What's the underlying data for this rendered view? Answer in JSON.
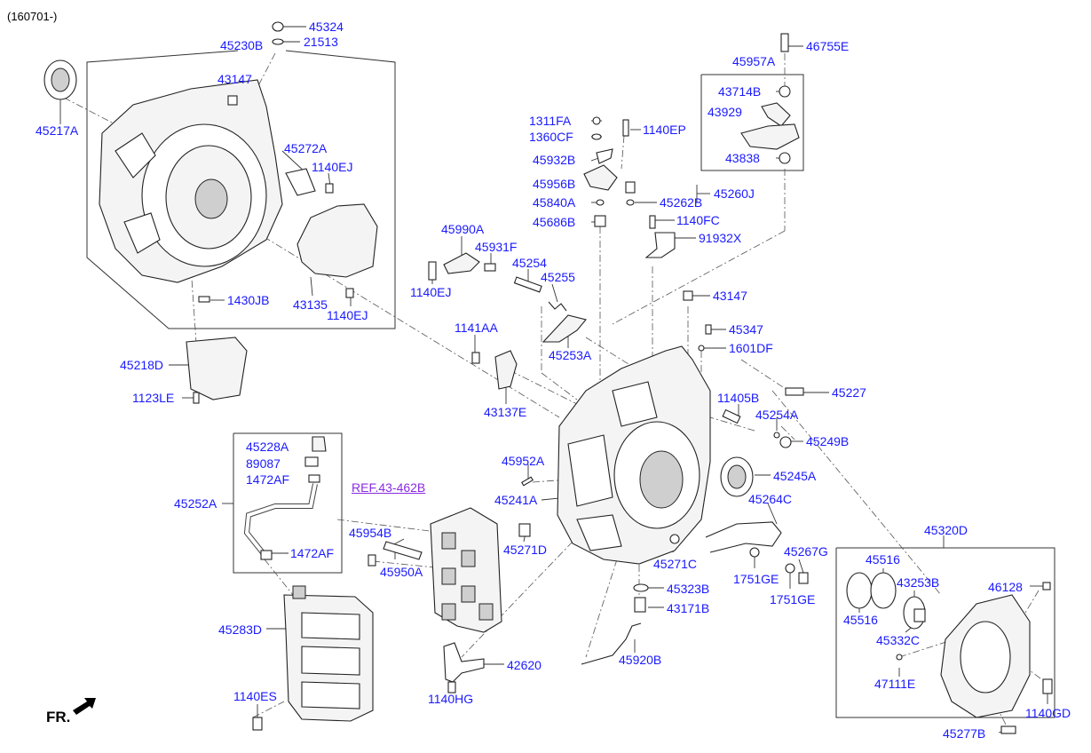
{
  "diagram_code": "(160701-)",
  "front_marker": "FR.",
  "reference_label": "REF.43-462B",
  "part_labels": {
    "p45324": "45324",
    "p21513": "21513",
    "p45230B": "45230B",
    "p43147a": "43147",
    "p45217A": "45217A",
    "p45272A": "45272A",
    "p1140EJa": "1140EJ",
    "p1430JB": "1430JB",
    "p43135": "43135",
    "p1140EJb": "1140EJ",
    "p45218D": "45218D",
    "p1123LE": "1123LE",
    "p1311FA": "1311FA",
    "p1360CF": "1360CF",
    "p1140EP": "1140EP",
    "p45932B": "45932B",
    "p45956B": "45956B",
    "p45840A": "45840A",
    "p45686B": "45686B",
    "p45262B": "45262B",
    "p45260J": "45260J",
    "p1140FC": "1140FC",
    "p91932X": "91932X",
    "p46755E": "46755E",
    "p45957A": "45957A",
    "p43714B": "43714B",
    "p43929": "43929",
    "p43838": "43838",
    "p45990A": "45990A",
    "p45931F": "45931F",
    "p45254": "45254",
    "p45255": "45255",
    "p1140EJc": "1140EJ",
    "p43147b": "43147",
    "p45347": "45347",
    "p1601DF": "1601DF",
    "p1141AA": "1141AA",
    "p45253A": "45253A",
    "p43137E": "43137E",
    "p45227": "45227",
    "p11405B": "11405B",
    "p45254A": "45254A",
    "p45249B": "45249B",
    "p45245A": "45245A",
    "p45228A": "45228A",
    "p89087": "89087",
    "p1472AFa": "1472AF",
    "p45252A": "45252A",
    "p1472AFb": "1472AF",
    "p45952A": "45952A",
    "p45241A": "45241A",
    "p45264C": "45264C",
    "p45954B": "45954B",
    "p45950A": "45950A",
    "p45271D": "45271D",
    "p45271C": "45271C",
    "p45267G": "45267G",
    "p1751GEa": "1751GE",
    "p1751GEb": "1751GE",
    "p45320D": "45320D",
    "p45516a": "45516",
    "p43253B": "43253B",
    "p46128": "46128",
    "p45516b": "45516",
    "p45332C": "45332C",
    "p45323B": "45323B",
    "p43171B": "43171B",
    "p45920B": "45920B",
    "p45283D": "45283D",
    "p42620": "42620",
    "p1140HG": "1140HG",
    "p1140ES": "1140ES",
    "p47111E": "47111E",
    "p1140GD": "1140GD",
    "p45277B": "45277B"
  }
}
